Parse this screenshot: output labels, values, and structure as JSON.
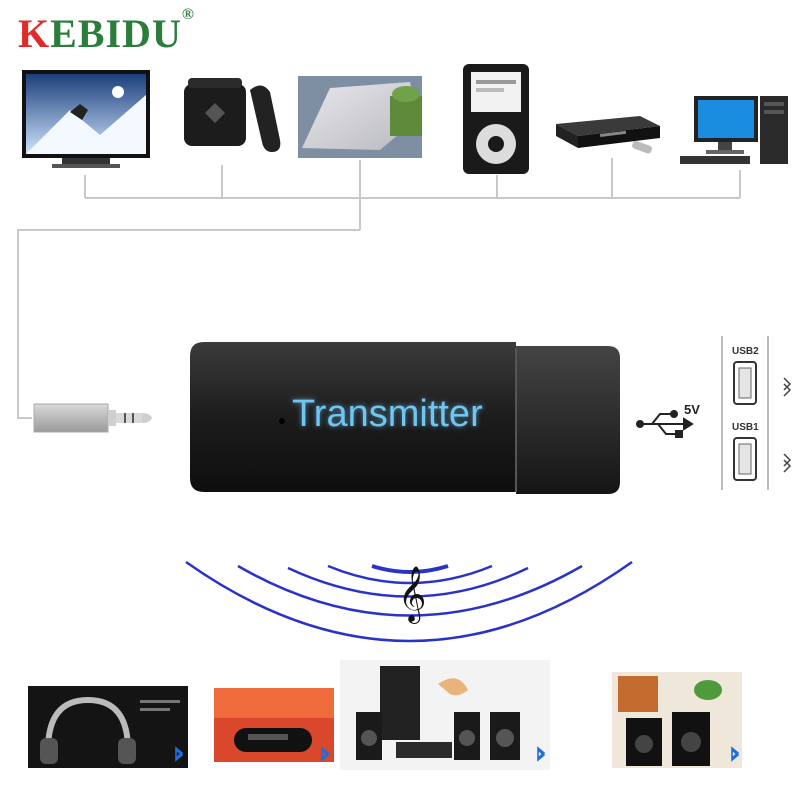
{
  "brand": {
    "name": "KEBIDU",
    "mark": "®"
  },
  "device": {
    "label": "Transmitter"
  },
  "usb_ports": {
    "top": "USB2",
    "bottom": "USB1",
    "voltage": "5V"
  },
  "sources": [
    {
      "icon": "tv-icon"
    },
    {
      "icon": "tv-box-icon"
    },
    {
      "icon": "laptop-icon"
    },
    {
      "icon": "mp3-player-icon"
    },
    {
      "icon": "dvd-player-icon"
    },
    {
      "icon": "desktop-computer-icon"
    }
  ],
  "receivers": [
    {
      "icon": "headphones-icon"
    },
    {
      "icon": "bluetooth-speaker-icon"
    },
    {
      "icon": "home-theater-icon"
    },
    {
      "icon": "bookshelf-speakers-icon"
    }
  ],
  "colors": {
    "accent": "#6fc6ef",
    "wave": "#2a33c8",
    "logo_green": "#2b7d3c",
    "logo_red": "#e02b2b"
  }
}
